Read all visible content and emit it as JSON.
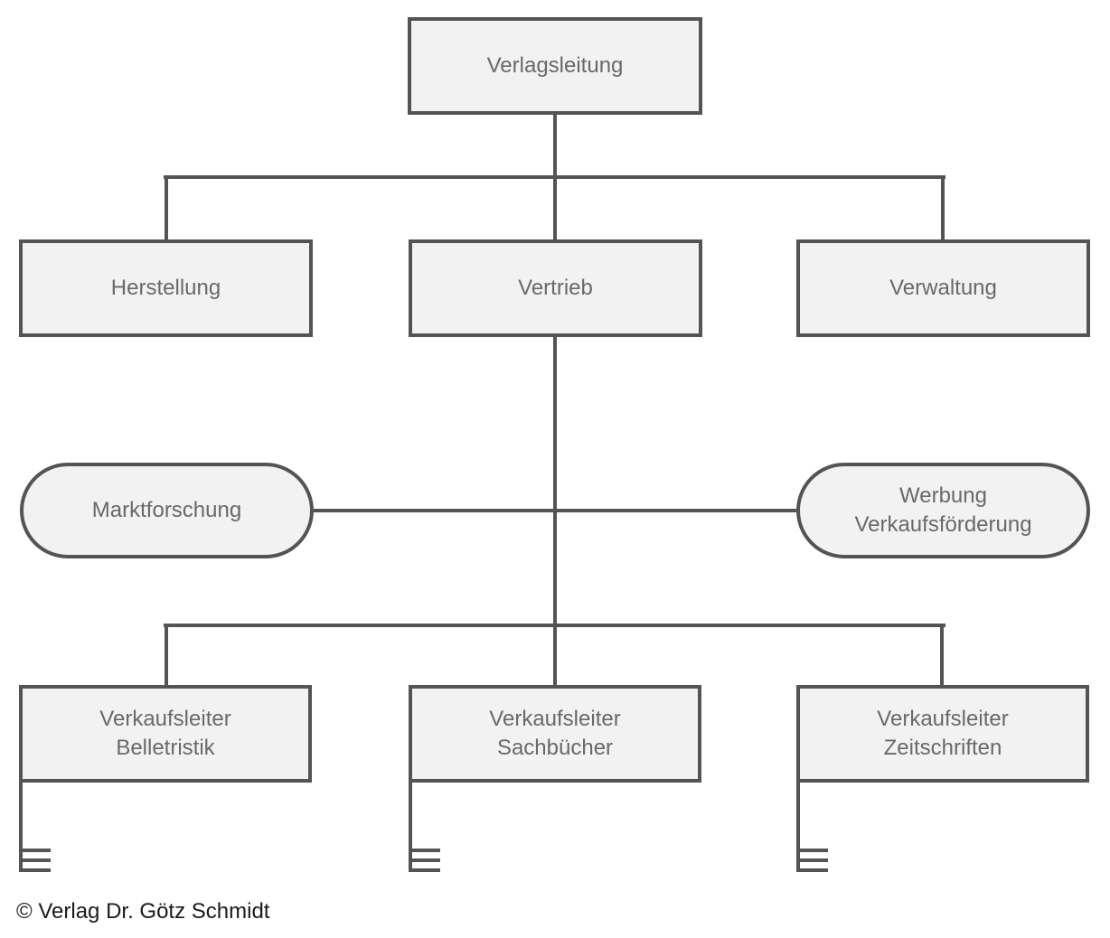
{
  "diagram": {
    "root": {
      "label": "Verlagsleitung"
    },
    "departments": [
      {
        "label": "Herstellung"
      },
      {
        "label": "Vertrieb"
      },
      {
        "label": "Verwaltung"
      }
    ],
    "staff_units": [
      {
        "label": "Marktforschung"
      },
      {
        "label": "Werbung\nVerkaufsförderung"
      }
    ],
    "sales_managers": [
      {
        "label": "Verkaufsleiter\nBelletristik"
      },
      {
        "label": "Verkaufsleiter\nSachbücher"
      },
      {
        "label": "Verkaufsleiter\nZeitschriften"
      }
    ],
    "footer": {
      "copyright": "© Verlag Dr. Götz Schmidt"
    },
    "colors": {
      "line": "#545454",
      "node_fill": "#f2f2f2",
      "node_text": "#696969",
      "footer_text": "#1a1a1a",
      "background": "#ffffff"
    }
  }
}
